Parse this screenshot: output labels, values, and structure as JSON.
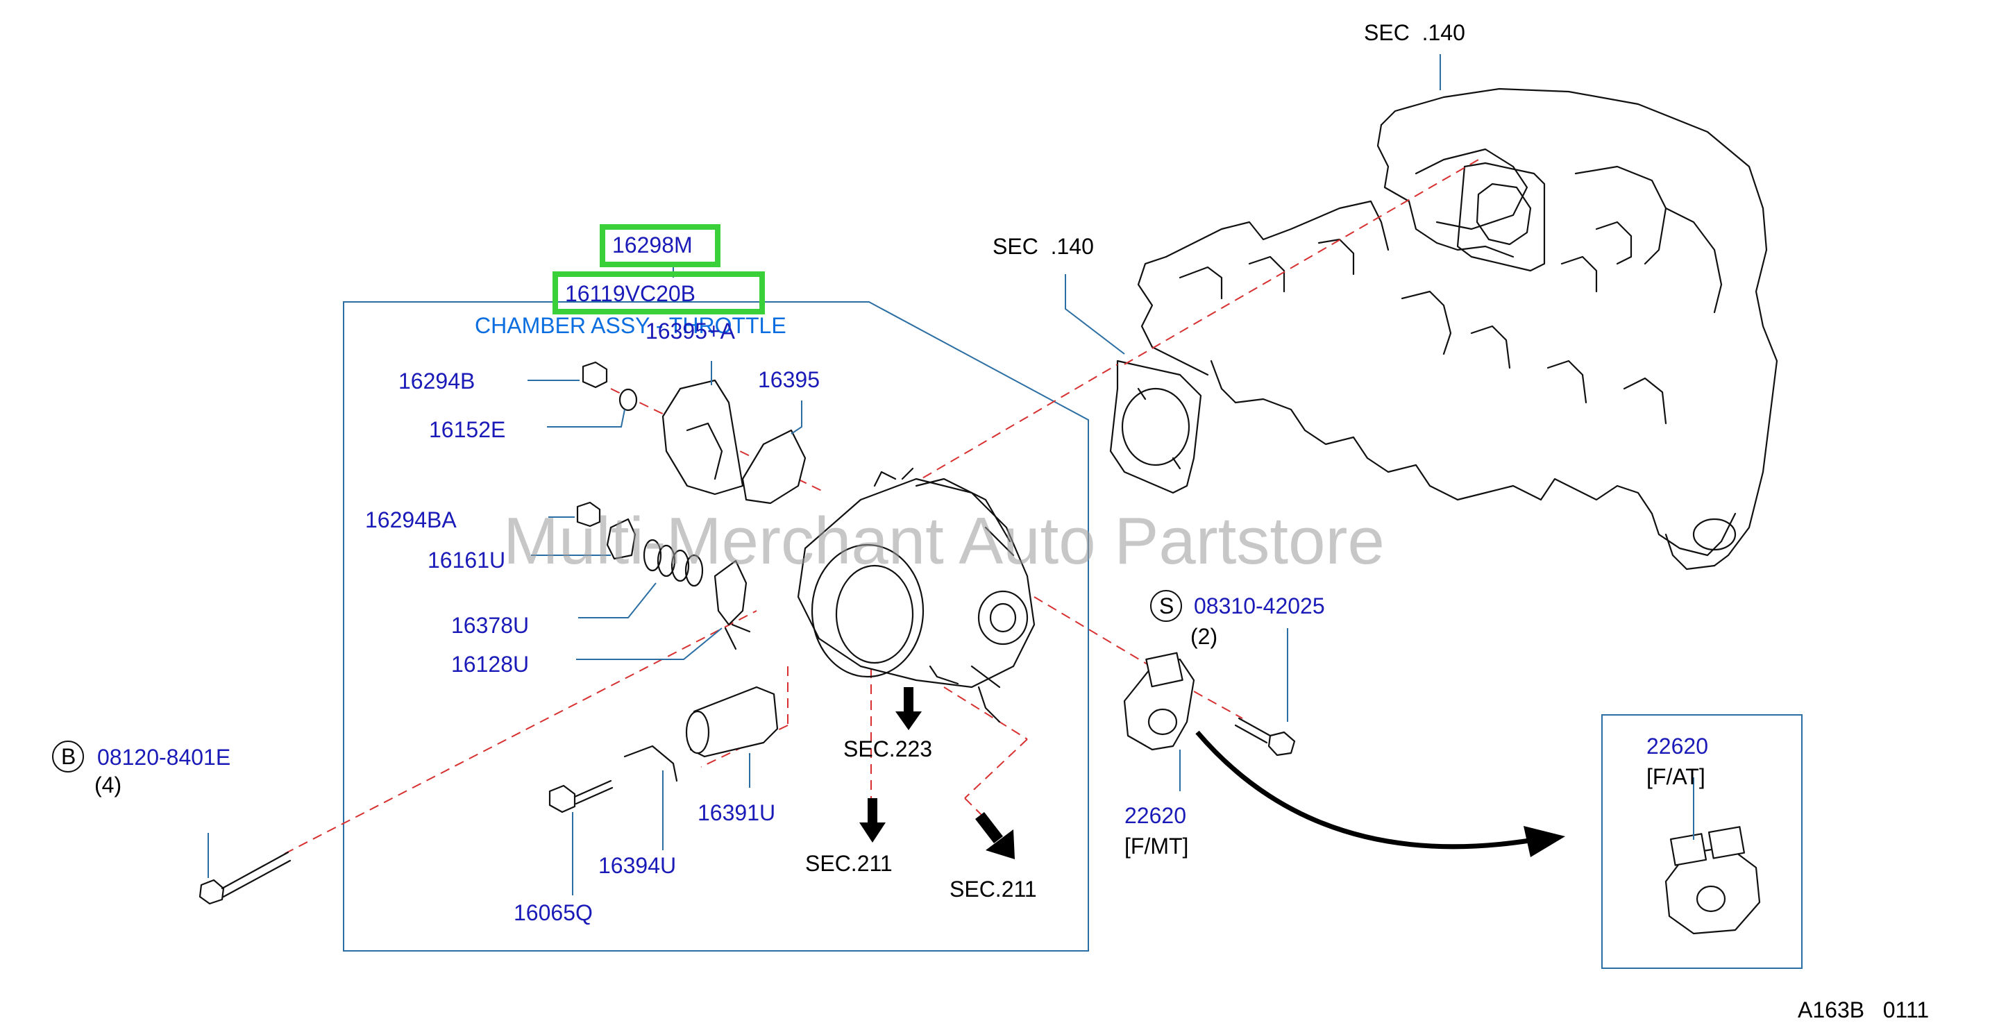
{
  "colors": {
    "part_number": "#1a1ab8",
    "title": "#0a6ee0",
    "highlight": "#39d03a",
    "leader": "#2b6ea3",
    "dashed_line": "#d83030",
    "watermark": "#9a9a9a"
  },
  "watermark": "Multi-Merchant Auto Partstore",
  "title": "CHAMBER ASSY - THROTTLE",
  "highlighted_parts": [
    "16298M",
    "16119VC20B"
  ],
  "section_refs": {
    "sec140_top": "SEC  .140",
    "sec140_gasket": "SEC  .140",
    "sec223": "SEC.223",
    "sec211_left": "SEC.211",
    "sec211_right": "SEC.211"
  },
  "parts": {
    "p16298M": "16298M",
    "p16119VC20B": "16119VC20B",
    "p16395A": "16395+A",
    "p16294B": "16294B",
    "p16395": "16395",
    "p16152E": "16152E",
    "p16294BA": "16294BA",
    "p16161U": "16161U",
    "p16378U": "16378U",
    "p16128U": "16128U",
    "p08310": "08310-42025",
    "p08310_qty": "(2)",
    "p08310_prefix": "S",
    "p08120": "08120-8401E",
    "p08120_qty": "(4)",
    "p08120_prefix": "B",
    "p16391U": "16391U",
    "p16394U": "16394U",
    "p16065Q": "16065Q",
    "p22620_mt": "22620",
    "p22620_mt_note": "[F/MT]",
    "p22620_at": "22620",
    "p22620_at_note": "[F/AT]"
  },
  "figure_code": "A163B   0111"
}
